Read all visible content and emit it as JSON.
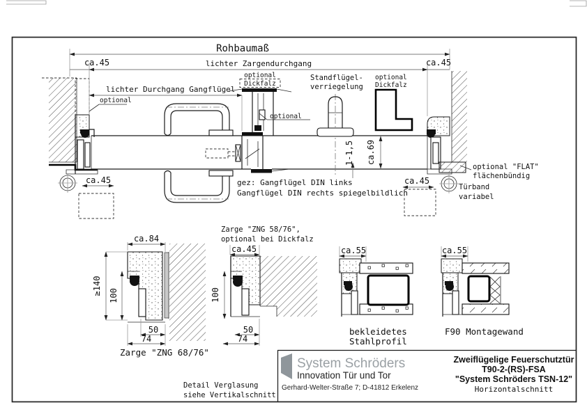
{
  "colors": {
    "line": "#1a1a1a",
    "dim_line": "#7b7b7b",
    "logo_gray": "#8f969b"
  },
  "dims": {
    "rohbaumass": "Rohbaumaß",
    "zargendurchgang": "lichter Zargendurchgang",
    "gangfluegel": "lichter Durchgang Gangflügel",
    "ca45": "ca.45",
    "ca69": "ca.69",
    "gap": "1-1,5",
    "ca84": "ca.84",
    "ge140": "≥140",
    "d100": "100",
    "d50": "50",
    "d74": "74",
    "ca55": "ca.55"
  },
  "labels": {
    "optional": "optional",
    "dickfalz": "Dickfalz",
    "standfluegel_1": "Standflügel-",
    "standfluegel_2": "verriegelung",
    "gez_1": "gez: Gangflügel DIN links",
    "gez_2": "Gangflügel DIN rechts spiegelbildlich",
    "flat_1": "optional \"FLAT\"",
    "flat_2": "flächenbündig",
    "tuerband_1": "Türband",
    "tuerband_2": "variabel"
  },
  "details": {
    "d1_caption": "Zarge \"ZNG 68/76\"",
    "d2_title_1": "Zarge \"ZNG 58/76\",",
    "d2_title_2": "optional bei Dickfalz",
    "d3_caption_1": "bekleidetes",
    "d3_caption_2": "Stahlprofil",
    "d4_caption": "F90 Montagewand",
    "note_1": "Detail Verglasung",
    "note_2": "siehe Vertikalschnitt"
  },
  "titleblock": {
    "company": "System Schröders",
    "slogan": "Innovation Tür und Tor",
    "address": "Gerhard-Welter-Straße 7;  D-41812 Erkelenz",
    "title_1": "Zweiflügelige Feuerschutztür",
    "title_2": "T90-2-(RS)-FSA",
    "title_3": "\"System Schröders TSN-12\"",
    "title_4": "Horizontalschnitt"
  }
}
